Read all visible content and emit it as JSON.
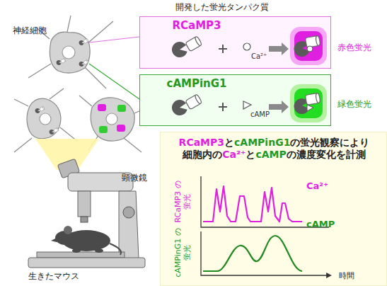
{
  "diagram": {
    "nodes": [
      {
        "text": [
          "RCaMP3",
          "Ca²⁺",
          "赤色蛍光"
        ]
      },
      {
        "text": [
          "cAMPinG1",
          "cAMP",
          "緑色蛍光"
        ]
      },
      {
        "text": [
          "RCaMP3とcAMPinG1の蛍光観察により 細胞内のCa²⁺とcAMPの濃度変化を計測",
          "RCaMP3 の蛍光",
          "Ca²⁺",
          "cAMPinG1 の蛍光",
          "cAMP",
          "時間"
        ]
      }
    ],
    "labels": [
      "開発した蛍光タンパク質",
      "神経細胞",
      "顕微鏡",
      "生きたマウス"
    ]
  }
}
